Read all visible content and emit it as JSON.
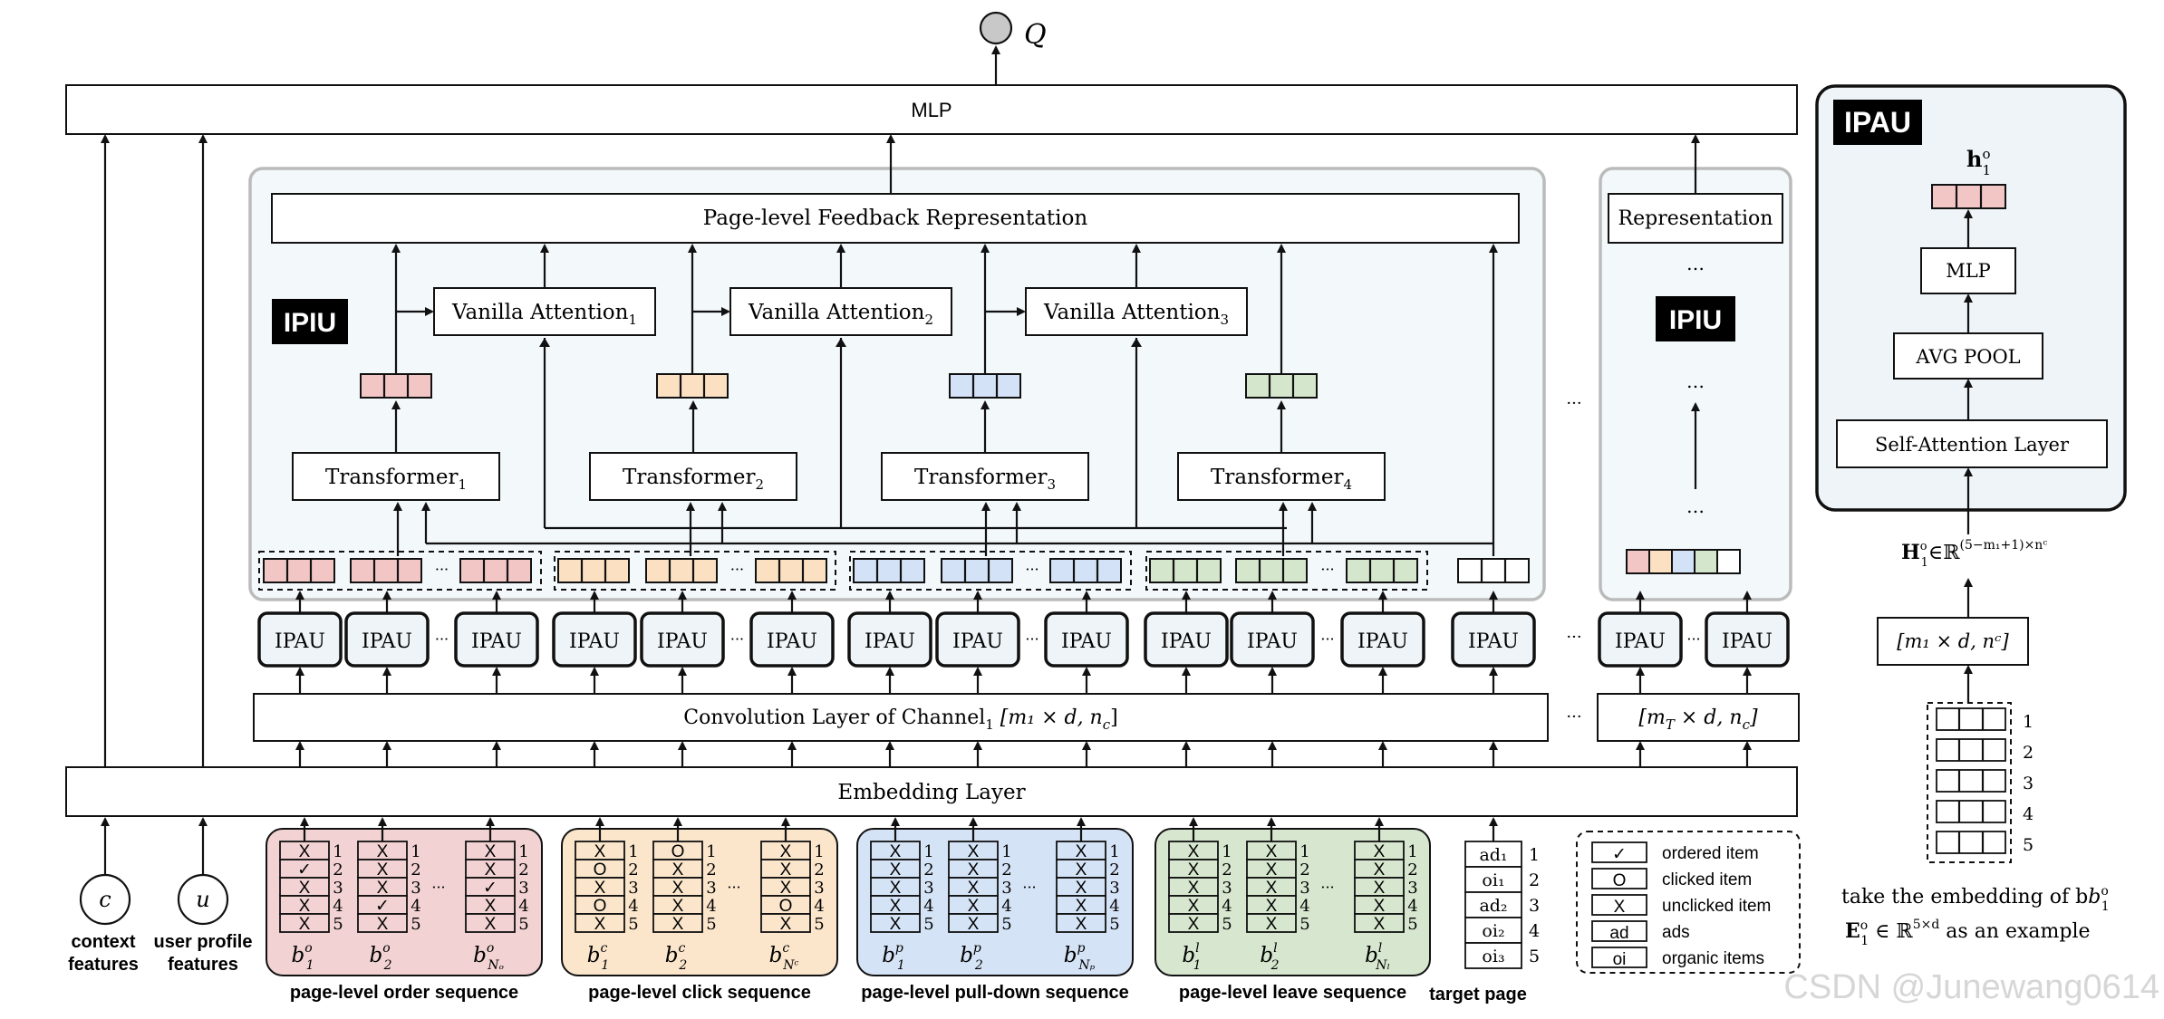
{
  "output_label": "Q",
  "mlp_label": "MLP",
  "page_feedback_label": "Page-level Feedback Representation",
  "representation_label": "Representation",
  "ipiu_badge": "IPIU",
  "ipau_badge": "IPAU",
  "vanilla_attention": [
    "Vanilla Attention",
    "Vanilla Attention",
    "Vanilla Attention"
  ],
  "vanilla_subs": [
    "1",
    "2",
    "3"
  ],
  "transformers": [
    "Transformer",
    "Transformer",
    "Transformer",
    "Transformer"
  ],
  "transformer_subs": [
    "1",
    "2",
    "3",
    "4"
  ],
  "ipau_unit_label": "IPAU",
  "conv_label_prefix": "Convolution Layer of Channel",
  "conv_label_sub": "1",
  "conv_label_dims": " [m₁ × d, n",
  "conv_label_end": "c",
  "conv_t_label": "[m",
  "conv_t_sub": "T",
  "conv_t_rest": " × d, n",
  "conv_t_end": "c",
  "embedding_label": "Embedding Layer",
  "ellipsis": "···",
  "vdots": "…",
  "context": {
    "symbol": "c",
    "label1": "context",
    "label2": "features"
  },
  "user": {
    "symbol": "u",
    "label1": "user profile",
    "label2": "features"
  },
  "sequences": [
    {
      "label": "page-level order sequence",
      "color": "#f2d2d2",
      "cell": "#f3c6c6",
      "sup": "o",
      "cols": [
        [
          "X",
          "✓",
          "X",
          "X",
          "X"
        ],
        [
          "X",
          "X",
          "X",
          "✓",
          "X"
        ],
        [
          "X",
          "X",
          "✓",
          "X",
          "X"
        ]
      ],
      "subs": [
        "1",
        "2",
        "Nₒ"
      ]
    },
    {
      "label": "page-level click sequence",
      "color": "#fbe6cc",
      "cell": "#fbe0c1",
      "sup": "c",
      "cols": [
        [
          "X",
          "O",
          "X",
          "O",
          "X"
        ],
        [
          "O",
          "X",
          "X",
          "X",
          "X"
        ],
        [
          "X",
          "X",
          "X",
          "O",
          "X"
        ]
      ],
      "subs": [
        "1",
        "2",
        "Nᶜ"
      ]
    },
    {
      "label": "page-level pull-down sequence",
      "color": "#d5e3f6",
      "cell": "#d3e2f7",
      "sup": "p",
      "cols": [
        [
          "X",
          "X",
          "X",
          "X",
          "X"
        ],
        [
          "X",
          "X",
          "X",
          "X",
          "X"
        ],
        [
          "X",
          "X",
          "X",
          "X",
          "X"
        ]
      ],
      "subs": [
        "1",
        "2",
        "Nₚ"
      ]
    },
    {
      "label": "page-level leave sequence",
      "color": "#d7e7cf",
      "cell": "#d4e6cc",
      "sup": "l",
      "cols": [
        [
          "X",
          "X",
          "X",
          "X",
          "X"
        ],
        [
          "X",
          "X",
          "X",
          "X",
          "X"
        ],
        [
          "X",
          "X",
          "X",
          "X",
          "X"
        ]
      ],
      "subs": [
        "1",
        "2",
        "Nₗ"
      ]
    }
  ],
  "row_numbers": [
    "1",
    "2",
    "3",
    "4",
    "5"
  ],
  "target_page": {
    "label": "target page",
    "items": [
      "ad₁",
      "oi₁",
      "ad₂",
      "oi₂",
      "oi₃"
    ]
  },
  "legend": [
    {
      "glyph": "✓",
      "text": "ordered item"
    },
    {
      "glyph": "O",
      "text": "clicked item"
    },
    {
      "glyph": "X",
      "text": "unclicked item"
    },
    {
      "glyph": "ad",
      "text": "ads"
    },
    {
      "glyph": "oi",
      "text": "organic items"
    }
  ],
  "ipau_detail": {
    "h_label": "h",
    "h_sup": "o",
    "h_sub": "1",
    "mlp": "MLP",
    "pool": "AVG POOL",
    "self_attention": "Self-Attention Layer",
    "H_label": "H",
    "H_rest": "∈ℝ",
    "H_exp": "(5−m₁+1)×nᶜ",
    "dims": "[m₁ × d, nᶜ]",
    "caption1": "take the embedding of b",
    "caption1_sup": "o",
    "caption1_sub": "1",
    "caption2_E": "E",
    "caption2_rest": " ∈ ℝ",
    "caption2_exp": "5×d",
    "caption2_tail": " as an example"
  },
  "watermark": "CSDN @Junewang0614",
  "colors": {
    "pink": "#f3c6c6",
    "orange": "#fbe0c1",
    "blue": "#d3e2f7",
    "green": "#d4e6cc",
    "panel": "#f3f8fb",
    "gray": "#c4c4c4"
  }
}
